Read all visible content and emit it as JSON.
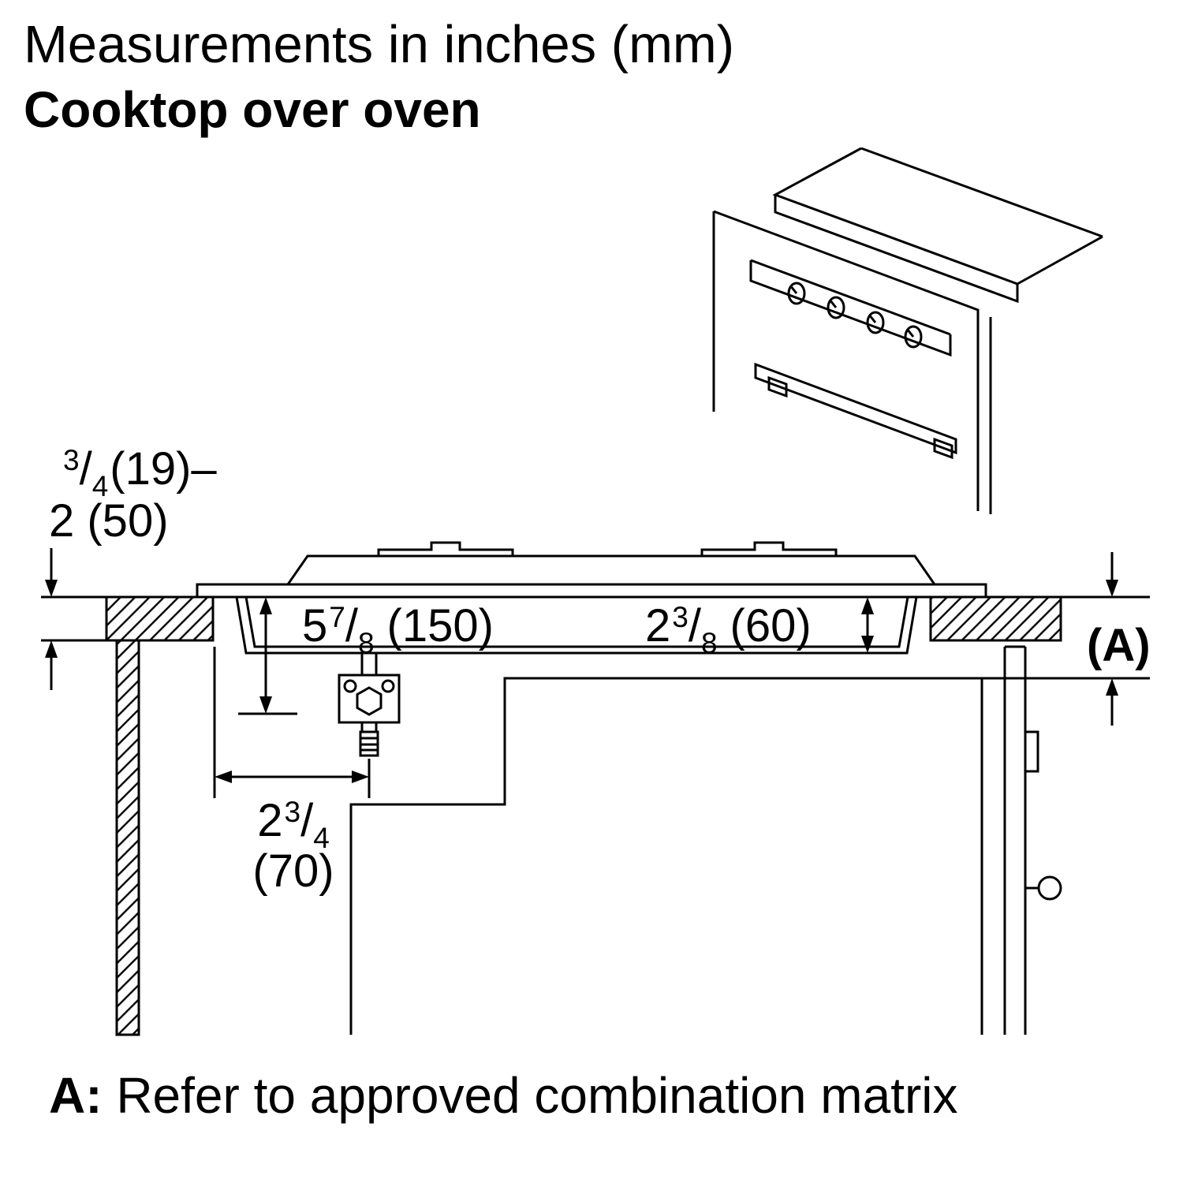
{
  "page": {
    "title": "Measurements in inches (mm)",
    "subtitle": "Cooktop over oven",
    "footnote": {
      "label": "A:",
      "text": "Refer to approved combination matrix"
    }
  },
  "symbols": {
    "slash": "/"
  },
  "colors": {
    "line": "#000000",
    "background": "#ffffff"
  },
  "dimensions": {
    "counter_thickness": {
      "num": "3",
      "den": "4",
      "after": "(19)–",
      "line2": "2 (50)"
    },
    "gas_drop": {
      "whole": "5",
      "num": "7",
      "den": "8",
      "value": "(150)"
    },
    "tub_depth": {
      "whole": "2",
      "num": "3",
      "den": "8",
      "value": "(60)"
    },
    "combination": "(A)",
    "gas_offset": {
      "whole": "2",
      "num": "3",
      "den": "4",
      "value_line": "(70)"
    }
  }
}
